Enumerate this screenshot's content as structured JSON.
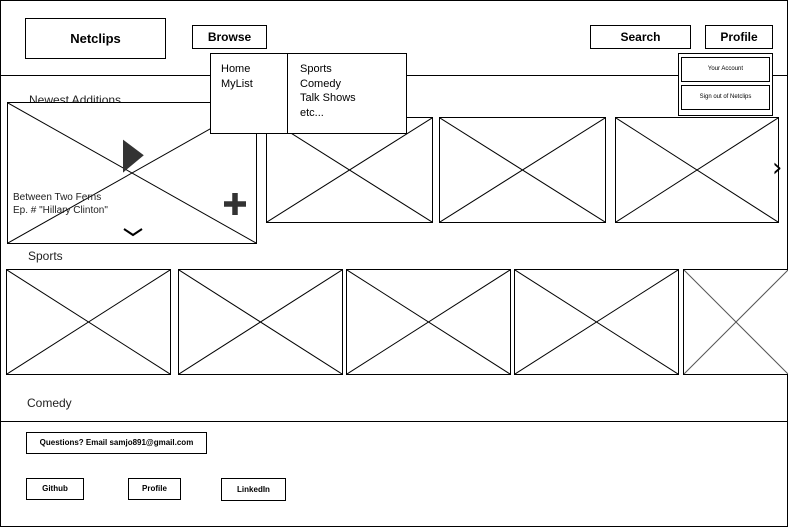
{
  "header": {
    "logo": "Netclips",
    "browse_label": "Browse",
    "search_label": "Search",
    "profile_label": "Profile"
  },
  "browse_menu": {
    "left": [
      "Home",
      "MyList"
    ],
    "right": [
      "Sports",
      "Comedy",
      "Talk Shows",
      "etc..."
    ]
  },
  "profile_menu": {
    "account": "Your Account",
    "sign_out": "Sign out of Netclips"
  },
  "sections": {
    "newest": "Newest Additions",
    "sports": "Sports",
    "comedy": "Comedy"
  },
  "featured": {
    "title_line1": "Between Two Ferns",
    "title_line2": "Ep. # \"Hillary Clinton\"",
    "icons": [
      "play-icon",
      "plus-icon",
      "chevron-down-icon"
    ]
  },
  "carousel": {
    "next_glyph": "›"
  },
  "footer": {
    "contact": "Questions? Email samjo891@gmail.com",
    "github": "Github",
    "profile": "Profile",
    "linkedin": "LinkedIn"
  }
}
